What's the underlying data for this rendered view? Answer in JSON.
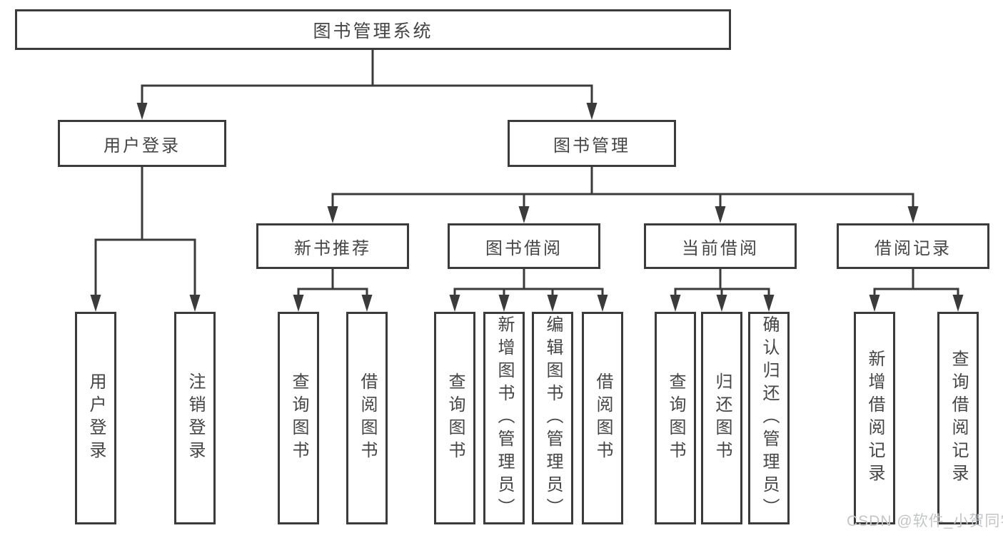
{
  "title": "图书管理系统",
  "level2": {
    "user_login": "用户登录",
    "book_mgmt": "图书管理"
  },
  "level3": {
    "new_book": "新书推荐",
    "book_borrow": "图书借阅",
    "current_borrow": "当前借阅",
    "borrow_record": "借阅记录"
  },
  "leaves": {
    "user_login": [
      "用户登录",
      "注销登录"
    ],
    "new_book": [
      "查询图书",
      "借阅图书"
    ],
    "book_borrow": [
      "查询图书",
      "新增图书（管理员）",
      "编辑图书（管理员）",
      "借阅图书"
    ],
    "current_borrow": [
      "查询图书",
      "归还图书",
      "确认归还（管理员）"
    ],
    "borrow_record": [
      "新增借阅记录",
      "查询借阅记录"
    ]
  },
  "watermark": "CSDN @软件_小贺同学",
  "colors": {
    "line": "#3b3b3b",
    "box_border": "#3b3b3b",
    "text": "#454545",
    "watermark": "#c3c5c7",
    "background": "#ffffff"
  }
}
